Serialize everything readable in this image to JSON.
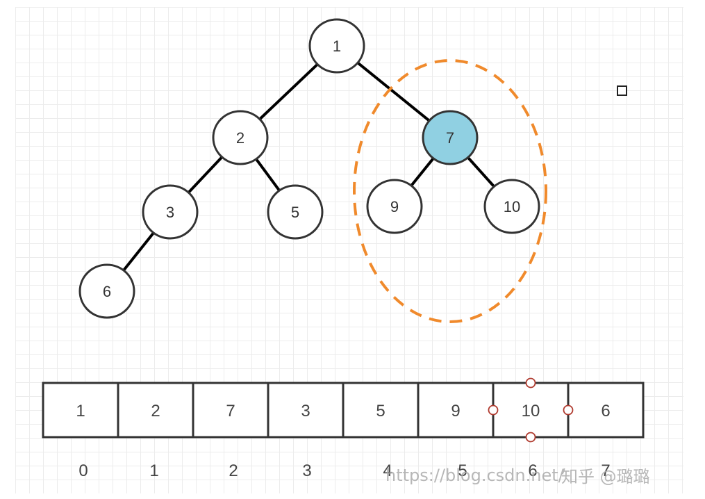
{
  "tree": {
    "nodes": [
      {
        "id": "n1",
        "label": "1",
        "highlighted": false
      },
      {
        "id": "n2",
        "label": "2",
        "highlighted": false
      },
      {
        "id": "n7",
        "label": "7",
        "highlighted": true
      },
      {
        "id": "n3",
        "label": "3",
        "highlighted": false
      },
      {
        "id": "n5",
        "label": "5",
        "highlighted": false
      },
      {
        "id": "n9",
        "label": "9",
        "highlighted": false
      },
      {
        "id": "n10",
        "label": "10",
        "highlighted": false
      },
      {
        "id": "n6",
        "label": "6",
        "highlighted": false
      }
    ],
    "edges": [
      [
        "n1",
        "n2"
      ],
      [
        "n1",
        "n7"
      ],
      [
        "n2",
        "n3"
      ],
      [
        "n2",
        "n5"
      ],
      [
        "n7",
        "n9"
      ],
      [
        "n7",
        "n10"
      ],
      [
        "n3",
        "n6"
      ]
    ]
  },
  "array": {
    "cells": [
      "1",
      "2",
      "7",
      "3",
      "5",
      "9",
      "10",
      "6"
    ],
    "indices": [
      "0",
      "1",
      "2",
      "3",
      "4",
      "5",
      "6",
      "7"
    ],
    "selected_index": 6
  },
  "watermarks": {
    "url": "https://blog.csdn.net/",
    "credit": "知乎 @璐璐"
  },
  "colors": {
    "highlight_fill": "#90d0e2",
    "node_stroke": "#333333",
    "dashed_ellipse": "#f08a2c",
    "selection_handle": "#b03a2e"
  }
}
